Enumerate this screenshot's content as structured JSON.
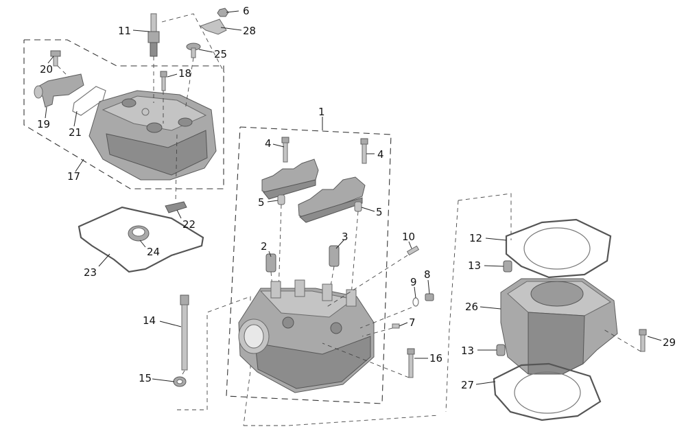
{
  "diagram": {
    "callouts": [
      {
        "id": "c1",
        "text": "1"
      },
      {
        "id": "c2",
        "text": "2"
      },
      {
        "id": "c3",
        "text": "3"
      },
      {
        "id": "c4a",
        "text": "4"
      },
      {
        "id": "c4b",
        "text": "4"
      },
      {
        "id": "c5a",
        "text": "5"
      },
      {
        "id": "c5b",
        "text": "5"
      },
      {
        "id": "c6",
        "text": "6"
      },
      {
        "id": "c7",
        "text": "7"
      },
      {
        "id": "c8",
        "text": "8"
      },
      {
        "id": "c9",
        "text": "9"
      },
      {
        "id": "c10",
        "text": "10"
      },
      {
        "id": "c11",
        "text": "11"
      },
      {
        "id": "c12",
        "text": "12"
      },
      {
        "id": "c13a",
        "text": "13"
      },
      {
        "id": "c13b",
        "text": "13"
      },
      {
        "id": "c14",
        "text": "14"
      },
      {
        "id": "c15",
        "text": "15"
      },
      {
        "id": "c16",
        "text": "16"
      },
      {
        "id": "c17",
        "text": "17"
      },
      {
        "id": "c18",
        "text": "18"
      },
      {
        "id": "c19",
        "text": "19"
      },
      {
        "id": "c20",
        "text": "20"
      },
      {
        "id": "c21",
        "text": "21"
      },
      {
        "id": "c22",
        "text": "22"
      },
      {
        "id": "c23",
        "text": "23"
      },
      {
        "id": "c24",
        "text": "24"
      },
      {
        "id": "c25",
        "text": "25"
      },
      {
        "id": "c26",
        "text": "26"
      },
      {
        "id": "c27",
        "text": "27"
      },
      {
        "id": "c28",
        "text": "28"
      },
      {
        "id": "c29",
        "text": "29"
      }
    ]
  }
}
